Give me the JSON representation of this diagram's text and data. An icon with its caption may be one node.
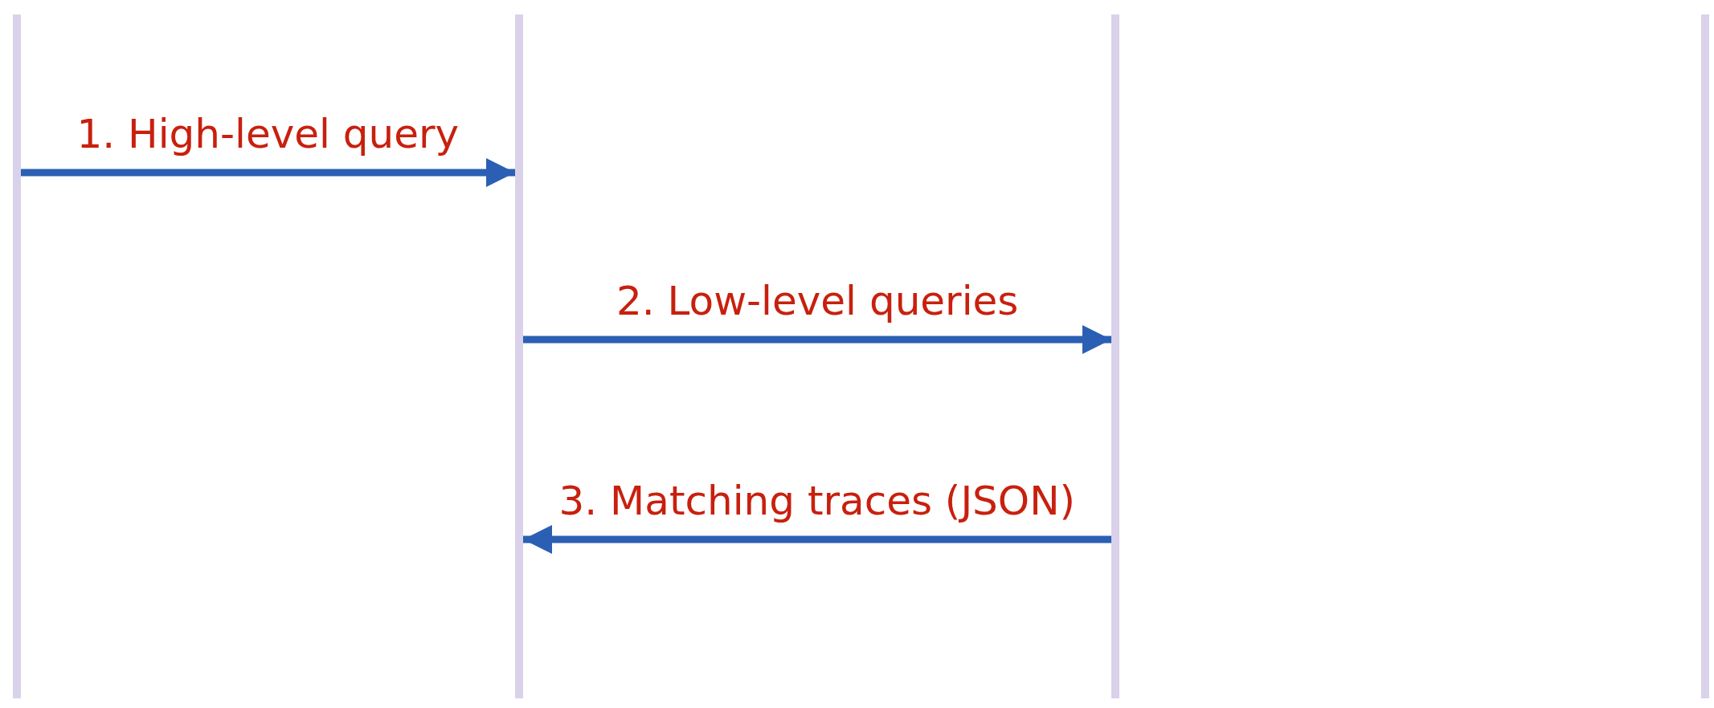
{
  "diagram": {
    "nodes": [
      {
        "text": [],
        "shape": "bar"
      },
      {
        "text": [],
        "shape": "bar"
      },
      {
        "text": [],
        "shape": "bar"
      },
      {
        "text": [],
        "shape": "bar"
      }
    ],
    "edges": [
      {
        "from": 0,
        "to": 1,
        "arrow": "to",
        "label": "1. High-level query"
      },
      {
        "from": 1,
        "to": 2,
        "arrow": "to",
        "label": "2. Low-level queries"
      },
      {
        "from": 2,
        "to": 1,
        "arrow": "to",
        "label": "3. Matching traces (JSON)"
      }
    ]
  }
}
